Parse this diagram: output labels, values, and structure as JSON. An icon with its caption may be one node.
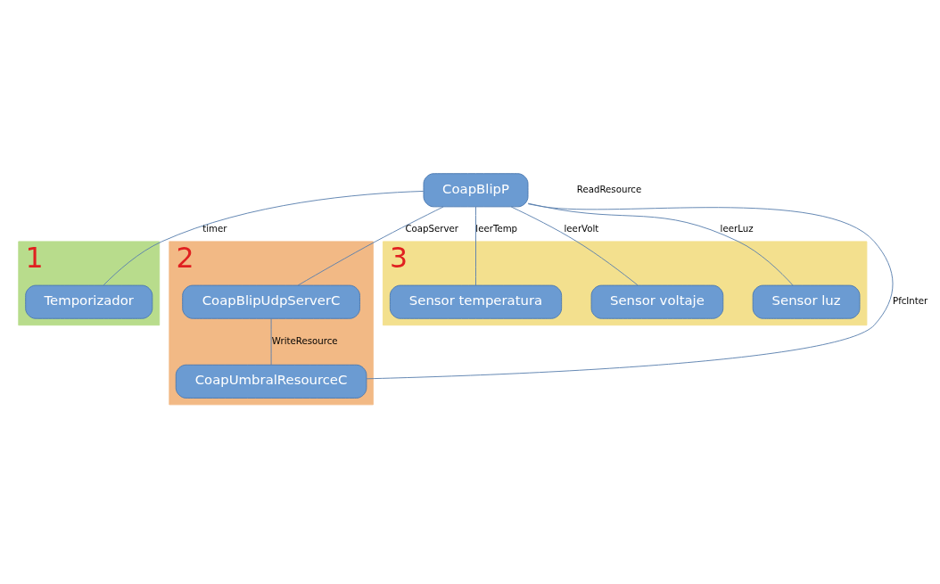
{
  "diagram": {
    "nodes": [
      {
        "text": [
          "CoapBlipP"
        ]
      },
      {
        "text": [
          "1"
        ]
      },
      {
        "text": [
          "Temporizador"
        ],
        "in": 1
      },
      {
        "text": [
          "2"
        ]
      },
      {
        "text": [
          "CoapBlipUdpServerC"
        ],
        "in": 3
      },
      {
        "text": [
          "CoapUmbralResourceC"
        ],
        "in": 3
      },
      {
        "text": [
          "3"
        ]
      },
      {
        "text": [
          "Sensor temperatura"
        ],
        "in": 6
      },
      {
        "text": [
          "Sensor voltaje"
        ],
        "in": 6
      },
      {
        "text": [
          "Sensor luz"
        ],
        "in": 6
      }
    ],
    "edges": [
      {
        "from": 0,
        "to": 2,
        "arrow": "none",
        "label": "timer"
      },
      {
        "from": 0,
        "to": 4,
        "arrow": "none",
        "label": "CoapServer"
      },
      {
        "from": 4,
        "to": 5,
        "arrow": "none",
        "label": "WriteResource"
      },
      {
        "from": 5,
        "to": 0,
        "arrow": "none",
        "label": "PfcInter"
      },
      {
        "from": 0,
        "to": 7,
        "arrow": "none",
        "label": "leerTemp"
      },
      {
        "from": 0,
        "to": 9,
        "arrow": "none",
        "label": "leerLuz"
      },
      {
        "from": 0,
        "to": 8,
        "arrow": "none",
        "label": "leerVolt"
      }
    ],
    "labels": [
      "ReadResource"
    ]
  }
}
